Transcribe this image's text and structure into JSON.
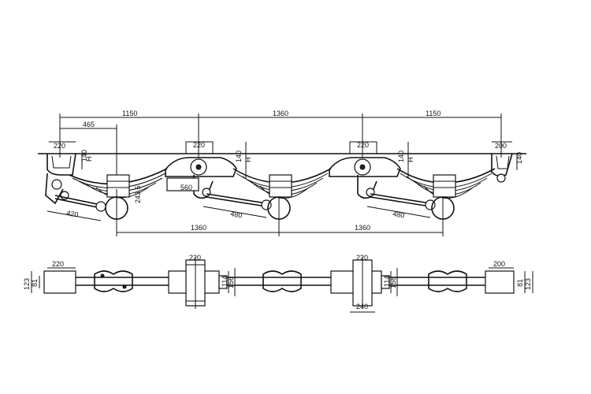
{
  "side_view": {
    "top_dims": [
      "1150",
      "1360",
      "1150"
    ],
    "sub_dim": "465",
    "bracket_widths": [
      "220",
      "220",
      "220",
      "200"
    ],
    "bracket_heights": [
      "140",
      "140",
      "140",
      "140"
    ],
    "h_label": "H",
    "center_bracket_dim": "560",
    "rod_lengths": [
      "420",
      "480",
      "480"
    ],
    "spring_dim": "243.5",
    "axle_spacing": [
      "1360",
      "1360"
    ]
  },
  "plan_view": {
    "front_width": "220",
    "front_heights": [
      "123",
      "81"
    ],
    "mid_width_1": "220",
    "mid_dims_1": [
      "114",
      "156"
    ],
    "mid_width_2": "220",
    "mid_bottom_2": "240",
    "mid_dims_2": [
      "114",
      "156"
    ],
    "rear_width": "200",
    "rear_heights": [
      "81",
      "123"
    ]
  }
}
